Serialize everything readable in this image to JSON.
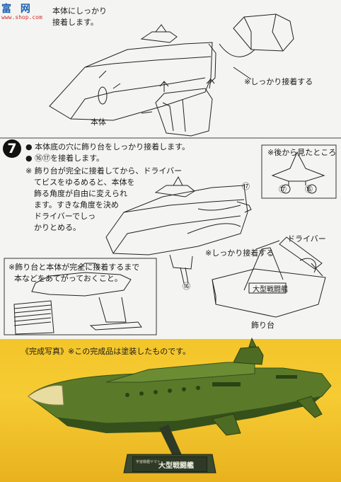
{
  "watermark": {
    "top": "富 网",
    "bottom": "www.shop.com"
  },
  "step6": {
    "line1": "本体にしっかり",
    "line2": "接着します。",
    "label_body": "本体",
    "label_glue": "※しっかり接着する"
  },
  "step7": {
    "number": "7",
    "lines": [
      "● 本体底の穴に飾り台をしっかり接着します。",
      "● ⑯⑰を接着します。",
      "※ 飾り台が完全に接着してから、ドライバー",
      "てビスをゆるめると、本体を",
      "飾る角度が自由に変えられ",
      "ます。すきな角度を決め",
      "ドライバーでしっ",
      "かりとめる。"
    ],
    "back_view": "※後から見たところ",
    "part16": "⑯",
    "part17": "⑰",
    "label_glue": "※しっかり接着する",
    "label_driver": "ドライバー",
    "label_stand": "飾り台",
    "note_line1": "※飾り台と本体が完全に接着するまで",
    "note_line2": "本などをあてがっておくこと。",
    "stand_plate_text": "大型戦闘艦"
  },
  "photo": {
    "caption": "《完成写真》※この完成品は塗装したものです。",
    "plate_small": "宇宙戦艦ヤマト",
    "plate_big": "大型戦闘艦"
  },
  "colors": {
    "paper": "#f4f5f2",
    "ink": "#1a1a1a",
    "photo_bg": "#f3c52a",
    "ship_green": "#5a7a2a",
    "ship_dark": "#35501a",
    "nose": "#e8dca0"
  }
}
